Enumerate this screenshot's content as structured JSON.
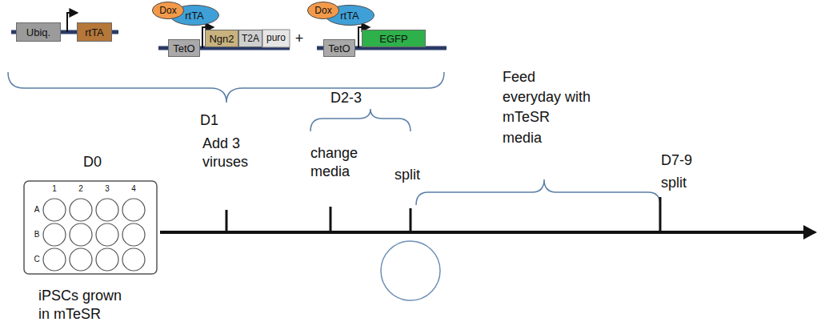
{
  "diagram": {
    "nodes": [
      {
        "text": [
          "Ubiq."
        ]
      },
      {
        "text": [
          "rtTA"
        ]
      },
      {
        "text": [
          "Dox"
        ]
      },
      {
        "text": [
          "rtTA"
        ]
      },
      {
        "text": [
          "TetO"
        ]
      },
      {
        "text": [
          "Ngn2"
        ]
      },
      {
        "text": [
          "T2A"
        ]
      },
      {
        "text": [
          "Dox"
        ]
      },
      {
        "text": [
          "rtTA"
        ]
      },
      {
        "text": [
          "TetO"
        ]
      },
      {
        "text": [
          "EGFP"
        ]
      }
    ],
    "labels": [
      "puro",
      "+",
      "D0",
      "iPSCs grown in mTeSR",
      "1",
      "2",
      "3",
      "4",
      "A",
      "B",
      "C",
      "D1",
      "Add 3 viruses",
      "D2-3",
      "change media",
      "split",
      "Feed everyday with mTeSR media",
      "D7-9",
      "split"
    ]
  }
}
